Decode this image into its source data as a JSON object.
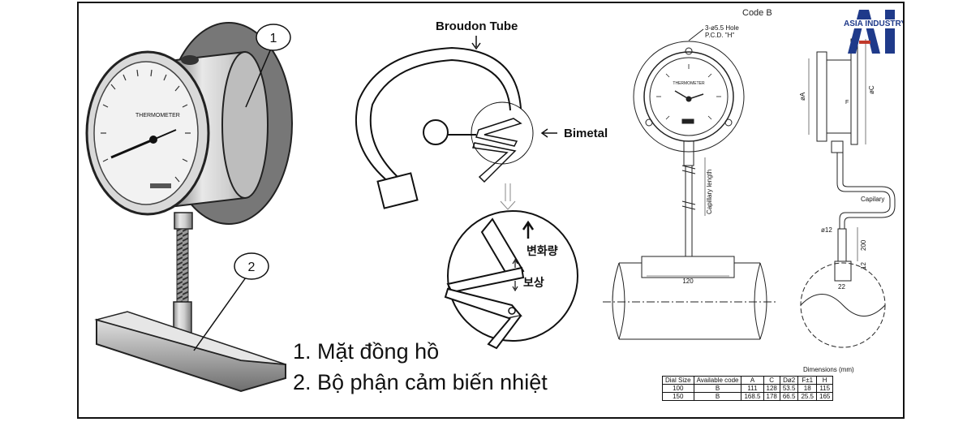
{
  "legend": {
    "item1": "1. Mặt đồng hồ",
    "item2": "2. Bộ phận cảm biến nhiệt"
  },
  "callouts": {
    "n1": "1",
    "n2": "2"
  },
  "mechanism": {
    "tube_label": "Broudon Tube",
    "bimetal_label": "Bimetal",
    "change_label": "변화량",
    "compensation_label": "보상"
  },
  "drawing": {
    "code_label": "Code  B",
    "hole_note_1": "3-ø5.5  Hole",
    "hole_note_2": "P.C.D. \"H\"",
    "dial_text": "THERMOMETER",
    "dim_a": "øA",
    "dim_c": "øC",
    "dim_f": "F",
    "capillary_length": "Capillary length",
    "capillary": "Capilary",
    "dim_120": "120",
    "dim_phi12": "ø12",
    "dim_200": "200",
    "dim_12": "12",
    "dim_22": "22"
  },
  "brand": {
    "logo_mark": "AI",
    "logo_text": "ASIA INDUSTRY",
    "colors": {
      "primary": "#1f3a8a",
      "accent": "#c0392b"
    }
  },
  "dimensions_table": {
    "title": "Dimensions (mm)",
    "headers": [
      "Dial Size",
      "Available code",
      "A",
      "C",
      "Dø2",
      "F±1",
      "H"
    ],
    "rows": [
      [
        "100",
        "B",
        "111",
        "128",
        "53.5",
        "18",
        "115"
      ],
      [
        "150",
        "B",
        "168.5",
        "178",
        "66.5",
        "25.5",
        "165"
      ]
    ]
  }
}
